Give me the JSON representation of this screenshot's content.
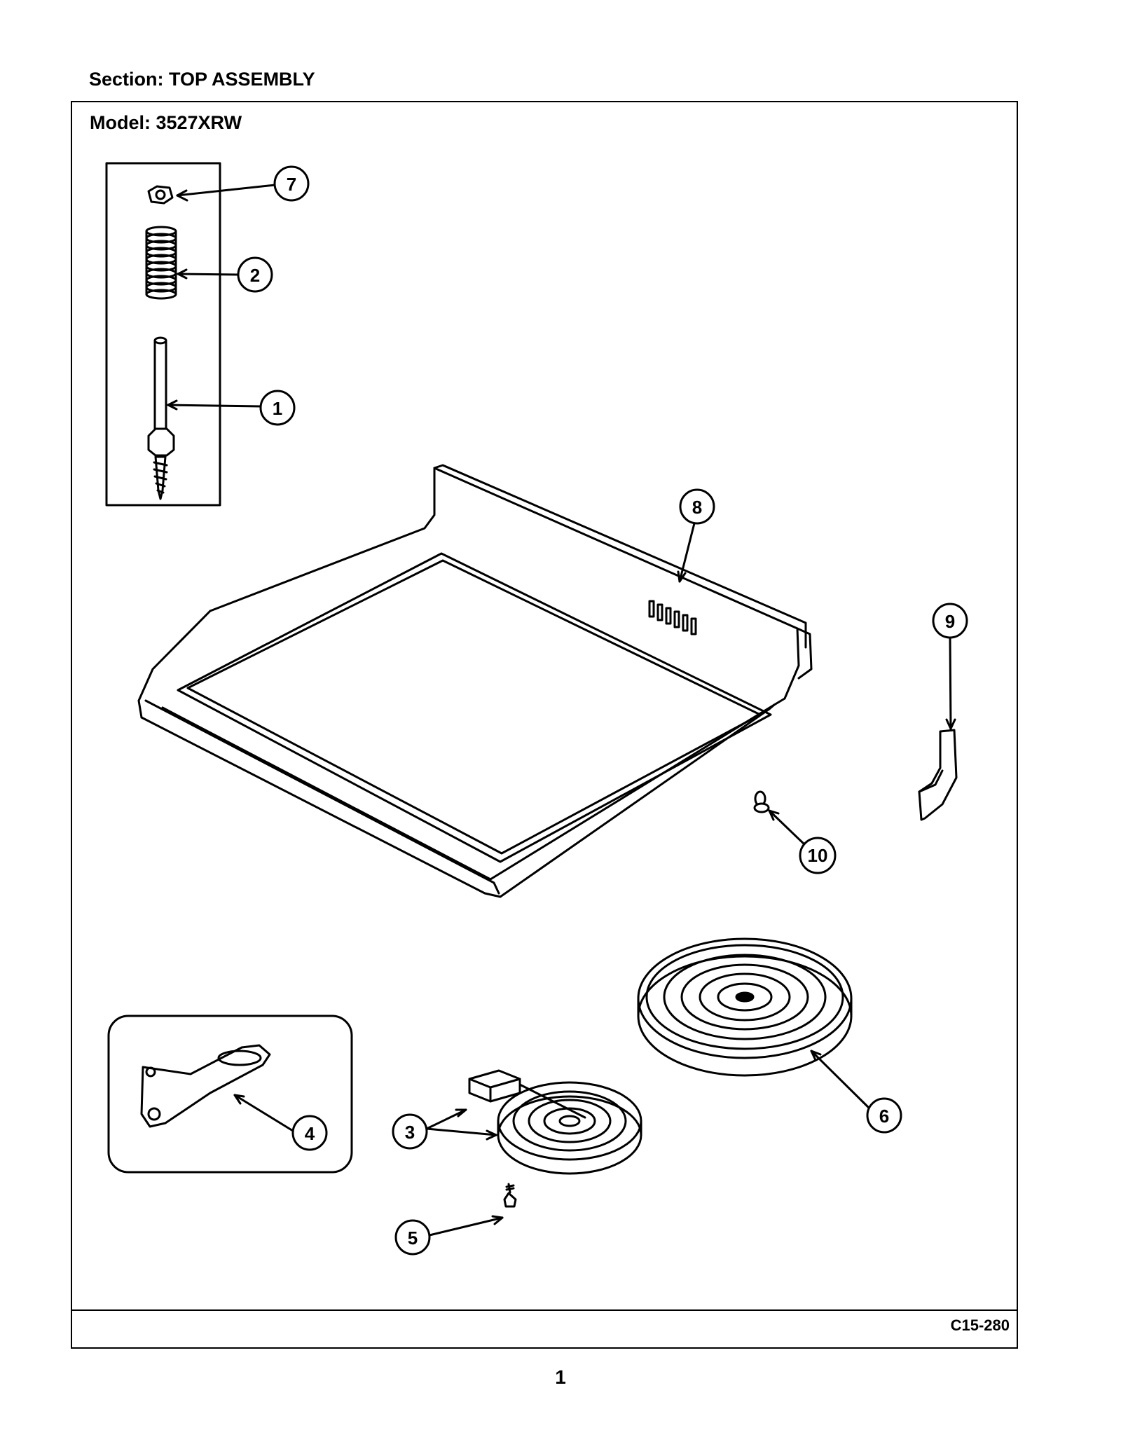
{
  "header": {
    "section_label": "Section:  TOP ASSEMBLY",
    "model_label": "Model:  3527XRW"
  },
  "footer": {
    "diagram_code": "C15-280",
    "page_number": "1"
  },
  "callouts": [
    "1",
    "2",
    "3",
    "4",
    "5",
    "6",
    "7",
    "8",
    "9",
    "10"
  ]
}
